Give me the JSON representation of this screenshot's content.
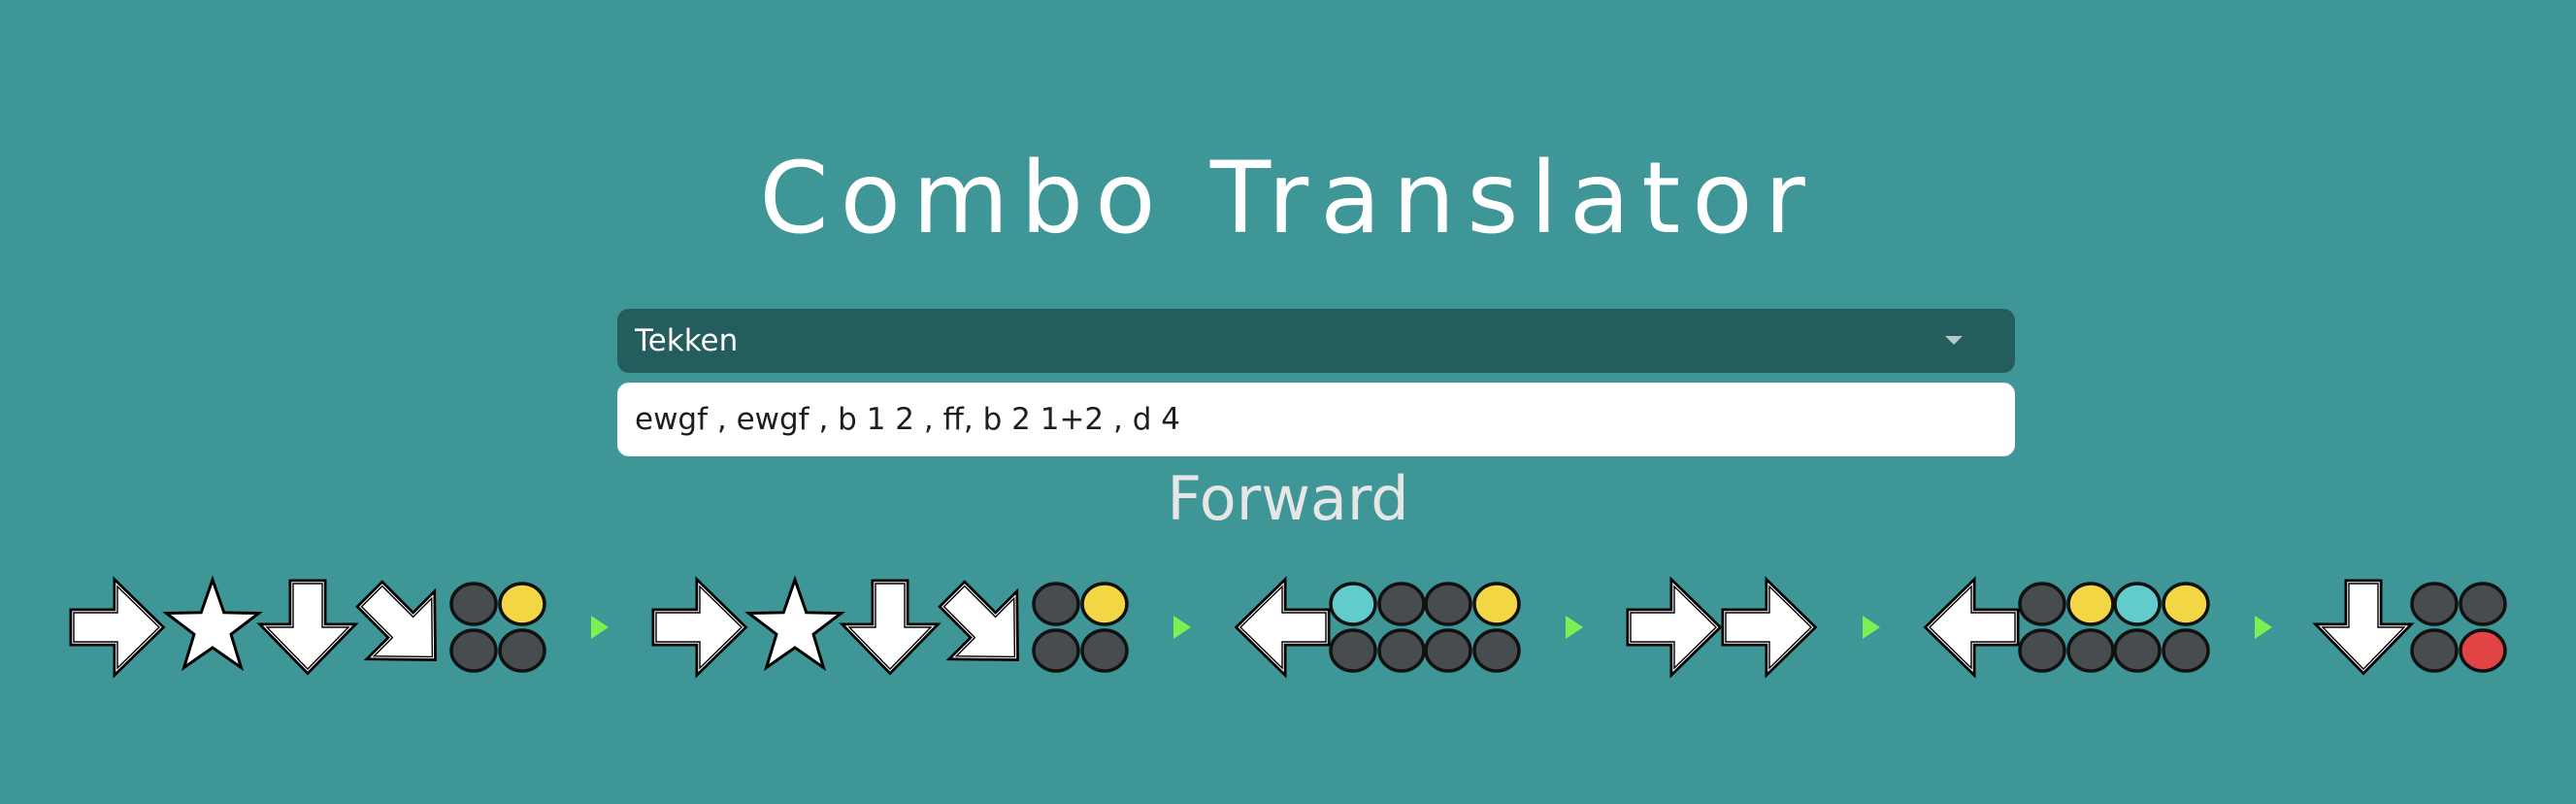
{
  "title": "Combo Translator",
  "game_select": {
    "value": "Tekken"
  },
  "notation_input": {
    "value": "ewgf , ewgf , b 1 2 , ff, b 2 1+2 , d 4"
  },
  "direction_label": "Forward",
  "colors": {
    "background": "#3f9697",
    "select_background": "#235d5e",
    "separator": "#7cf050",
    "button_off": "#474d4e",
    "button_1": "#f2d644",
    "button_2": "#62cccc",
    "button_4": "#e24445"
  },
  "combo": [
    [
      {
        "type": "arrow",
        "dir": "right"
      },
      {
        "type": "star"
      },
      {
        "type": "arrow",
        "dir": "down"
      },
      {
        "type": "arrow",
        "dir": "down-right"
      },
      {
        "type": "buttons",
        "lit": [
          2
        ]
      }
    ],
    [
      {
        "type": "arrow",
        "dir": "right"
      },
      {
        "type": "star"
      },
      {
        "type": "arrow",
        "dir": "down"
      },
      {
        "type": "arrow",
        "dir": "down-right"
      },
      {
        "type": "buttons",
        "lit": [
          2
        ]
      }
    ],
    [
      {
        "type": "arrow",
        "dir": "left"
      },
      {
        "type": "buttons",
        "lit": [
          1
        ]
      },
      {
        "type": "buttons",
        "lit": [
          2
        ]
      }
    ],
    [
      {
        "type": "arrow",
        "dir": "right"
      },
      {
        "type": "arrow",
        "dir": "right"
      }
    ],
    [
      {
        "type": "arrow",
        "dir": "left"
      },
      {
        "type": "buttons",
        "lit": [
          2
        ]
      },
      {
        "type": "buttons",
        "lit": [
          1,
          2
        ]
      }
    ],
    [
      {
        "type": "arrow",
        "dir": "down"
      },
      {
        "type": "buttons",
        "lit": [
          4
        ]
      }
    ]
  ]
}
